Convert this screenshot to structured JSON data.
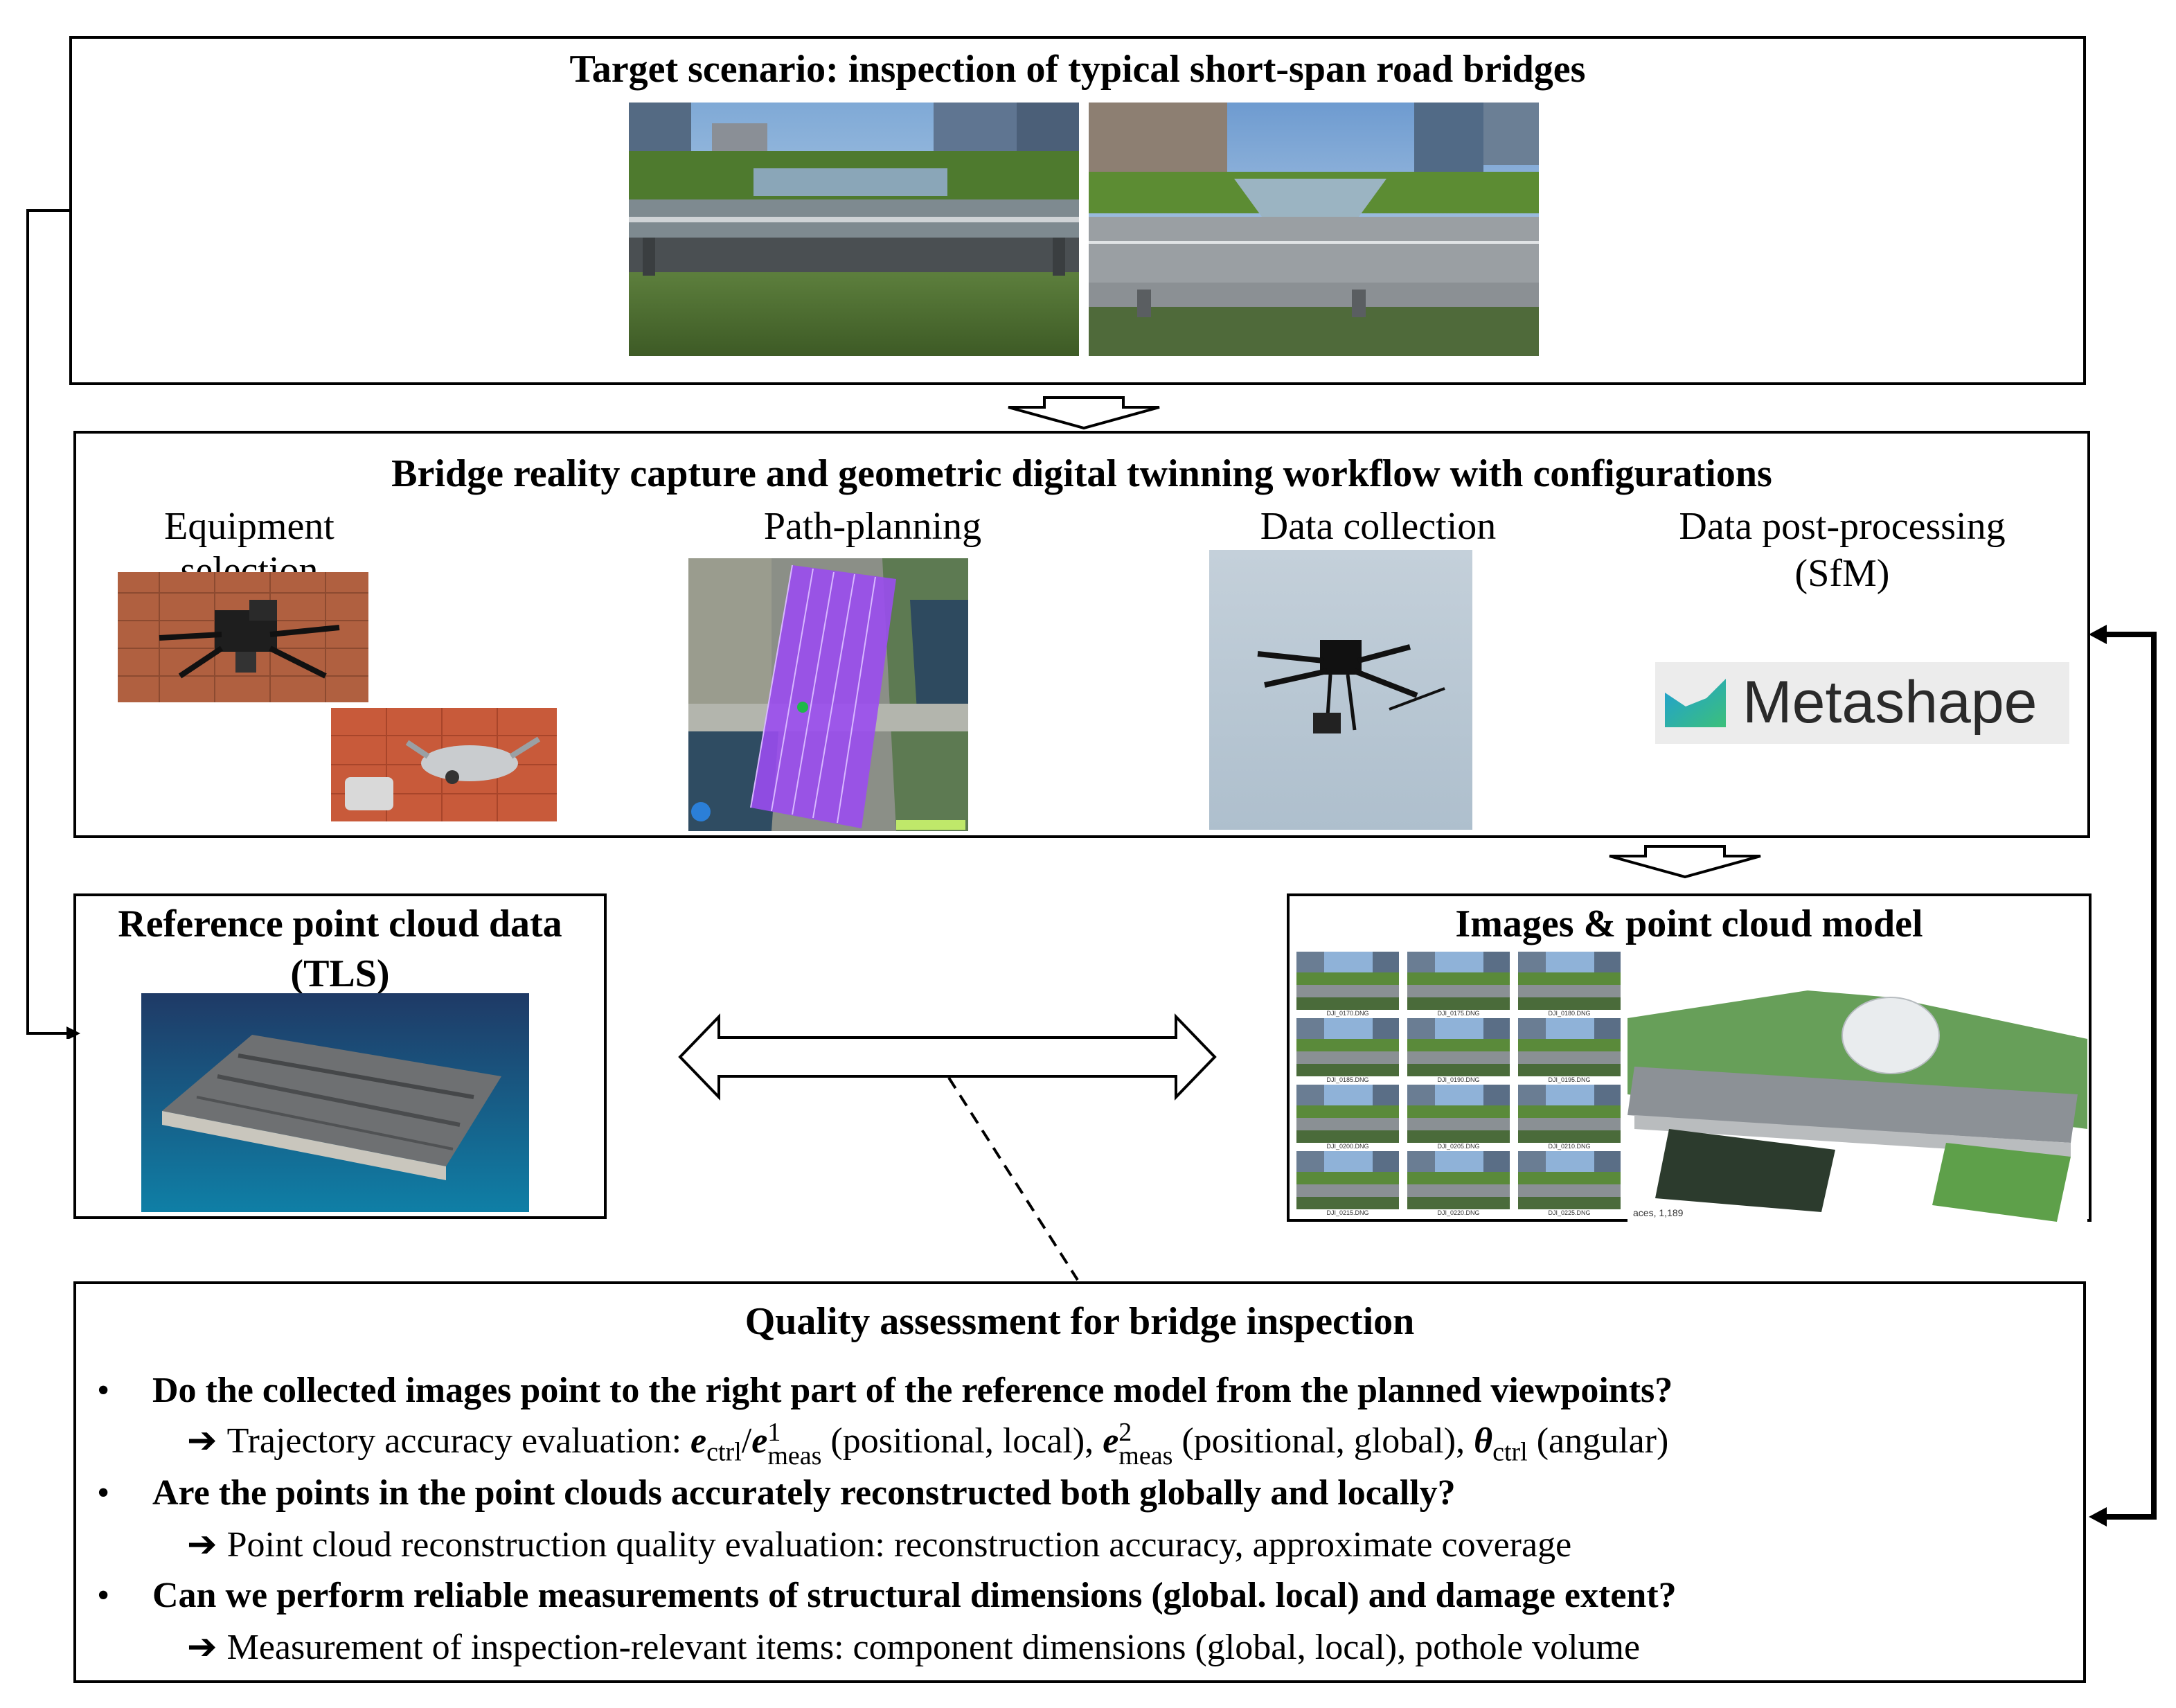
{
  "target": {
    "title": "Target scenario: inspection of typical short-span road bridges"
  },
  "workflow": {
    "title": "Bridge reality capture and geometric digital twinning workflow with configurations",
    "steps": [
      {
        "label": "Equipment selection"
      },
      {
        "label": "Path-planning"
      },
      {
        "label": "Data collection"
      },
      {
        "label_line1": "Data post-processing",
        "label_line2": "(SfM)"
      }
    ],
    "logo_text": "Metashape"
  },
  "reference": {
    "title_line1": "Reference point cloud data",
    "title_line2": "(TLS)"
  },
  "images_model": {
    "title": "Images & point cloud model",
    "thumb_captions": [
      "DJI_0170.DNG",
      "DJI_0175.DNG",
      "DJI_0180.DNG",
      "DJI_0185.DNG",
      "DJI_0190.DNG",
      "DJI_0195.DNG",
      "DJI_0200.DNG",
      "DJI_0205.DNG",
      "DJI_0210.DNG",
      "DJI_0215.DNG",
      "DJI_0220.DNG",
      "DJI_0225.DNG"
    ],
    "model_caption": "aces, 1,189"
  },
  "quality": {
    "title": "Quality assessment for bridge inspection",
    "bullet_symbol": "•",
    "arrow_symbol": "➔",
    "q1": "Do the collected images point to the right part of the reference model from the planned viewpoints?",
    "a1_prefix": "Trajectory accuracy evaluation: ",
    "a1_e": "e",
    "a1_ctrl": "ctrl",
    "a1_slash": "/",
    "a1_meas": "meas",
    "a1_sup1": "1",
    "a1_sup2": "2",
    "a1_local": " (positional, local), ",
    "a1_global": " (positional, global), ",
    "a1_theta": "θ",
    "a1_angular": " (angular)",
    "q2": "Are the points in the point clouds accurately reconstructed both globally and locally?",
    "a2": "Point cloud reconstruction quality evaluation: reconstruction accuracy, approximate coverage",
    "q3": "Can we perform reliable measurements of structural dimensions (global. local) and damage extent?",
    "a3": "Measurement of inspection-relevant items: component dimensions (global, local), pothole volume"
  }
}
